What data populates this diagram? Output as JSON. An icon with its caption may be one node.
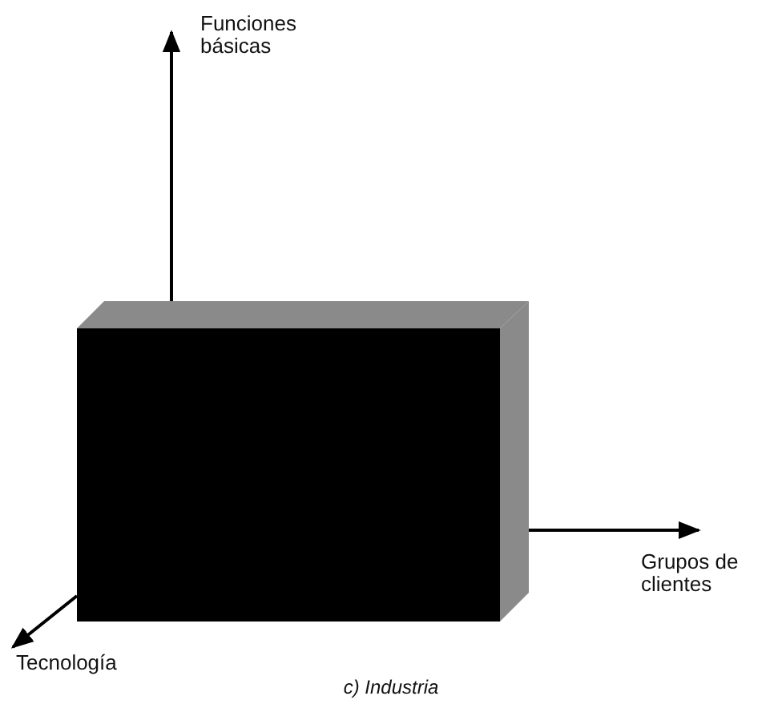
{
  "diagram": {
    "caption": "c) Industria",
    "labels": [
      "Funciones básicas",
      "Grupos de clientes",
      "Tecnología"
    ]
  }
}
